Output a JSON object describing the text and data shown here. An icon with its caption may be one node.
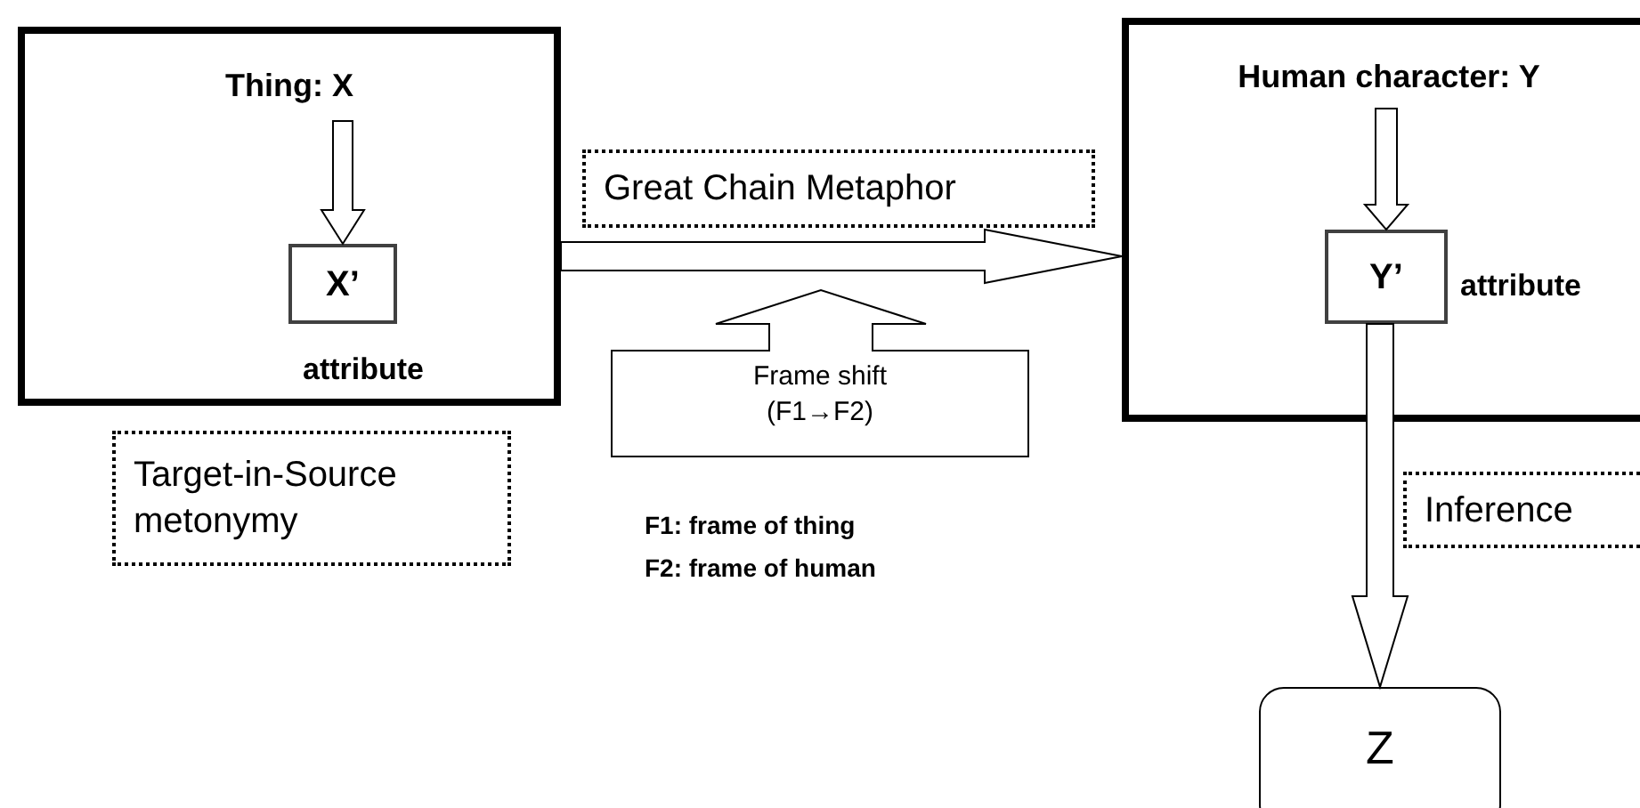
{
  "diagram": {
    "nodes": [
      {
        "text": [
          "Thing: X"
        ]
      },
      {
        "text": [
          "X’"
        ],
        "in": 0,
        "beside": [
          "attribute"
        ]
      },
      {
        "text": [
          "Human character: Y"
        ]
      },
      {
        "text": [
          "Y’"
        ],
        "in": 2,
        "beside": [
          "attribute"
        ]
      },
      {
        "text": [
          "Z"
        ]
      },
      {
        "text": [
          "Frame shift (F1→F2)"
        ]
      },
      {
        "text": [
          "Great Chain Metaphor"
        ]
      },
      {
        "text": [
          "Target-in-Source metonymy"
        ]
      },
      {
        "text": [
          "Inference"
        ]
      }
    ],
    "edges": [
      {
        "from": 0,
        "to": 1,
        "arrow": "to"
      },
      {
        "from": 0,
        "to": 2,
        "arrow": "to"
      },
      {
        "from": 2,
        "to": 3,
        "arrow": "to"
      },
      {
        "from": 3,
        "to": 4,
        "arrow": "to"
      }
    ],
    "labels": [
      "F1: frame of thing",
      "F2: frame of human"
    ]
  }
}
